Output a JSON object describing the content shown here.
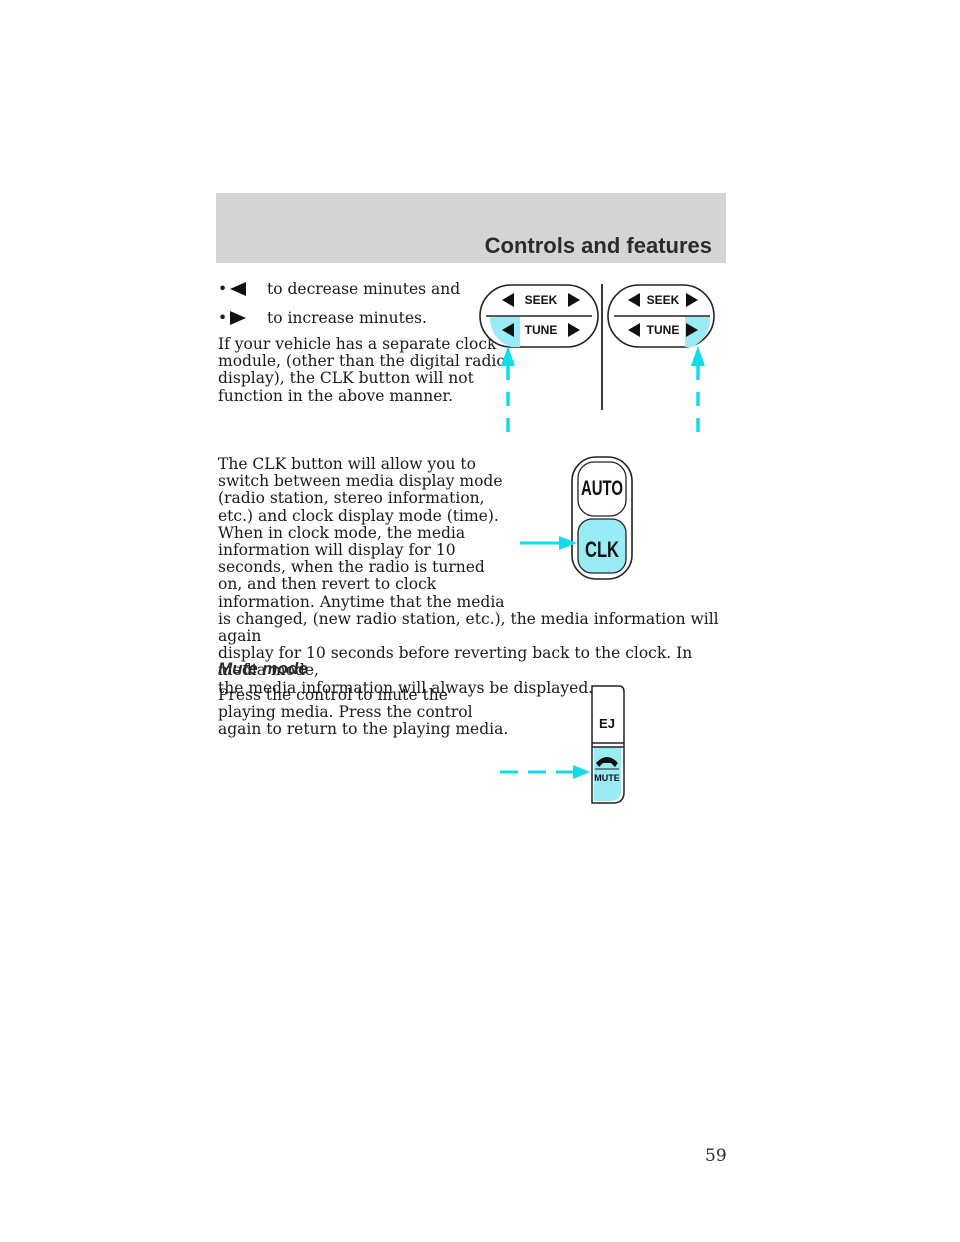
{
  "header": {
    "section_title": "Controls and features"
  },
  "bullets": [
    {
      "icon": "left-triangle-icon",
      "text": "to decrease minutes and"
    },
    {
      "icon": "right-triangle-icon",
      "text": "to increase minutes."
    }
  ],
  "paragraphs": {
    "separate_clock": [
      "If your vehicle has a separate clock",
      "module, (other than the digital radio",
      "display), the CLK button will not",
      "function in the above manner."
    ],
    "clk_button": [
      "The CLK button will allow you to",
      "switch between media display mode",
      "(radio station, stereo information,",
      "etc.) and clock display mode (time).",
      "When in clock mode, the media",
      "information will display for 10",
      "seconds, when the radio is turned",
      "on, and then revert to clock",
      "information. Anytime that the media",
      "is changed, (new radio station, etc.), the media information will again",
      "display for 10 seconds before reverting back to the clock. In media mode,",
      "the media information will always be displayed."
    ],
    "mute": [
      "Press the control to mute the",
      "playing media. Press the control",
      "again to return to the playing media."
    ]
  },
  "subheading": "Mute mode",
  "illustrations": {
    "seek_tune": {
      "seek_label": "SEEK",
      "tune_label": "TUNE"
    },
    "auto_clk": {
      "top_label": "AUTO",
      "bottom_label": "CLK"
    },
    "ej_mute": {
      "top_label": "EJ",
      "bottom_label": "MUTE",
      "icon": "phone-handset-icon"
    }
  },
  "colors": {
    "highlight": "#99ecf5",
    "arrow": "#11dcec",
    "header_band": "#d4d4d4"
  },
  "page_number": "59"
}
